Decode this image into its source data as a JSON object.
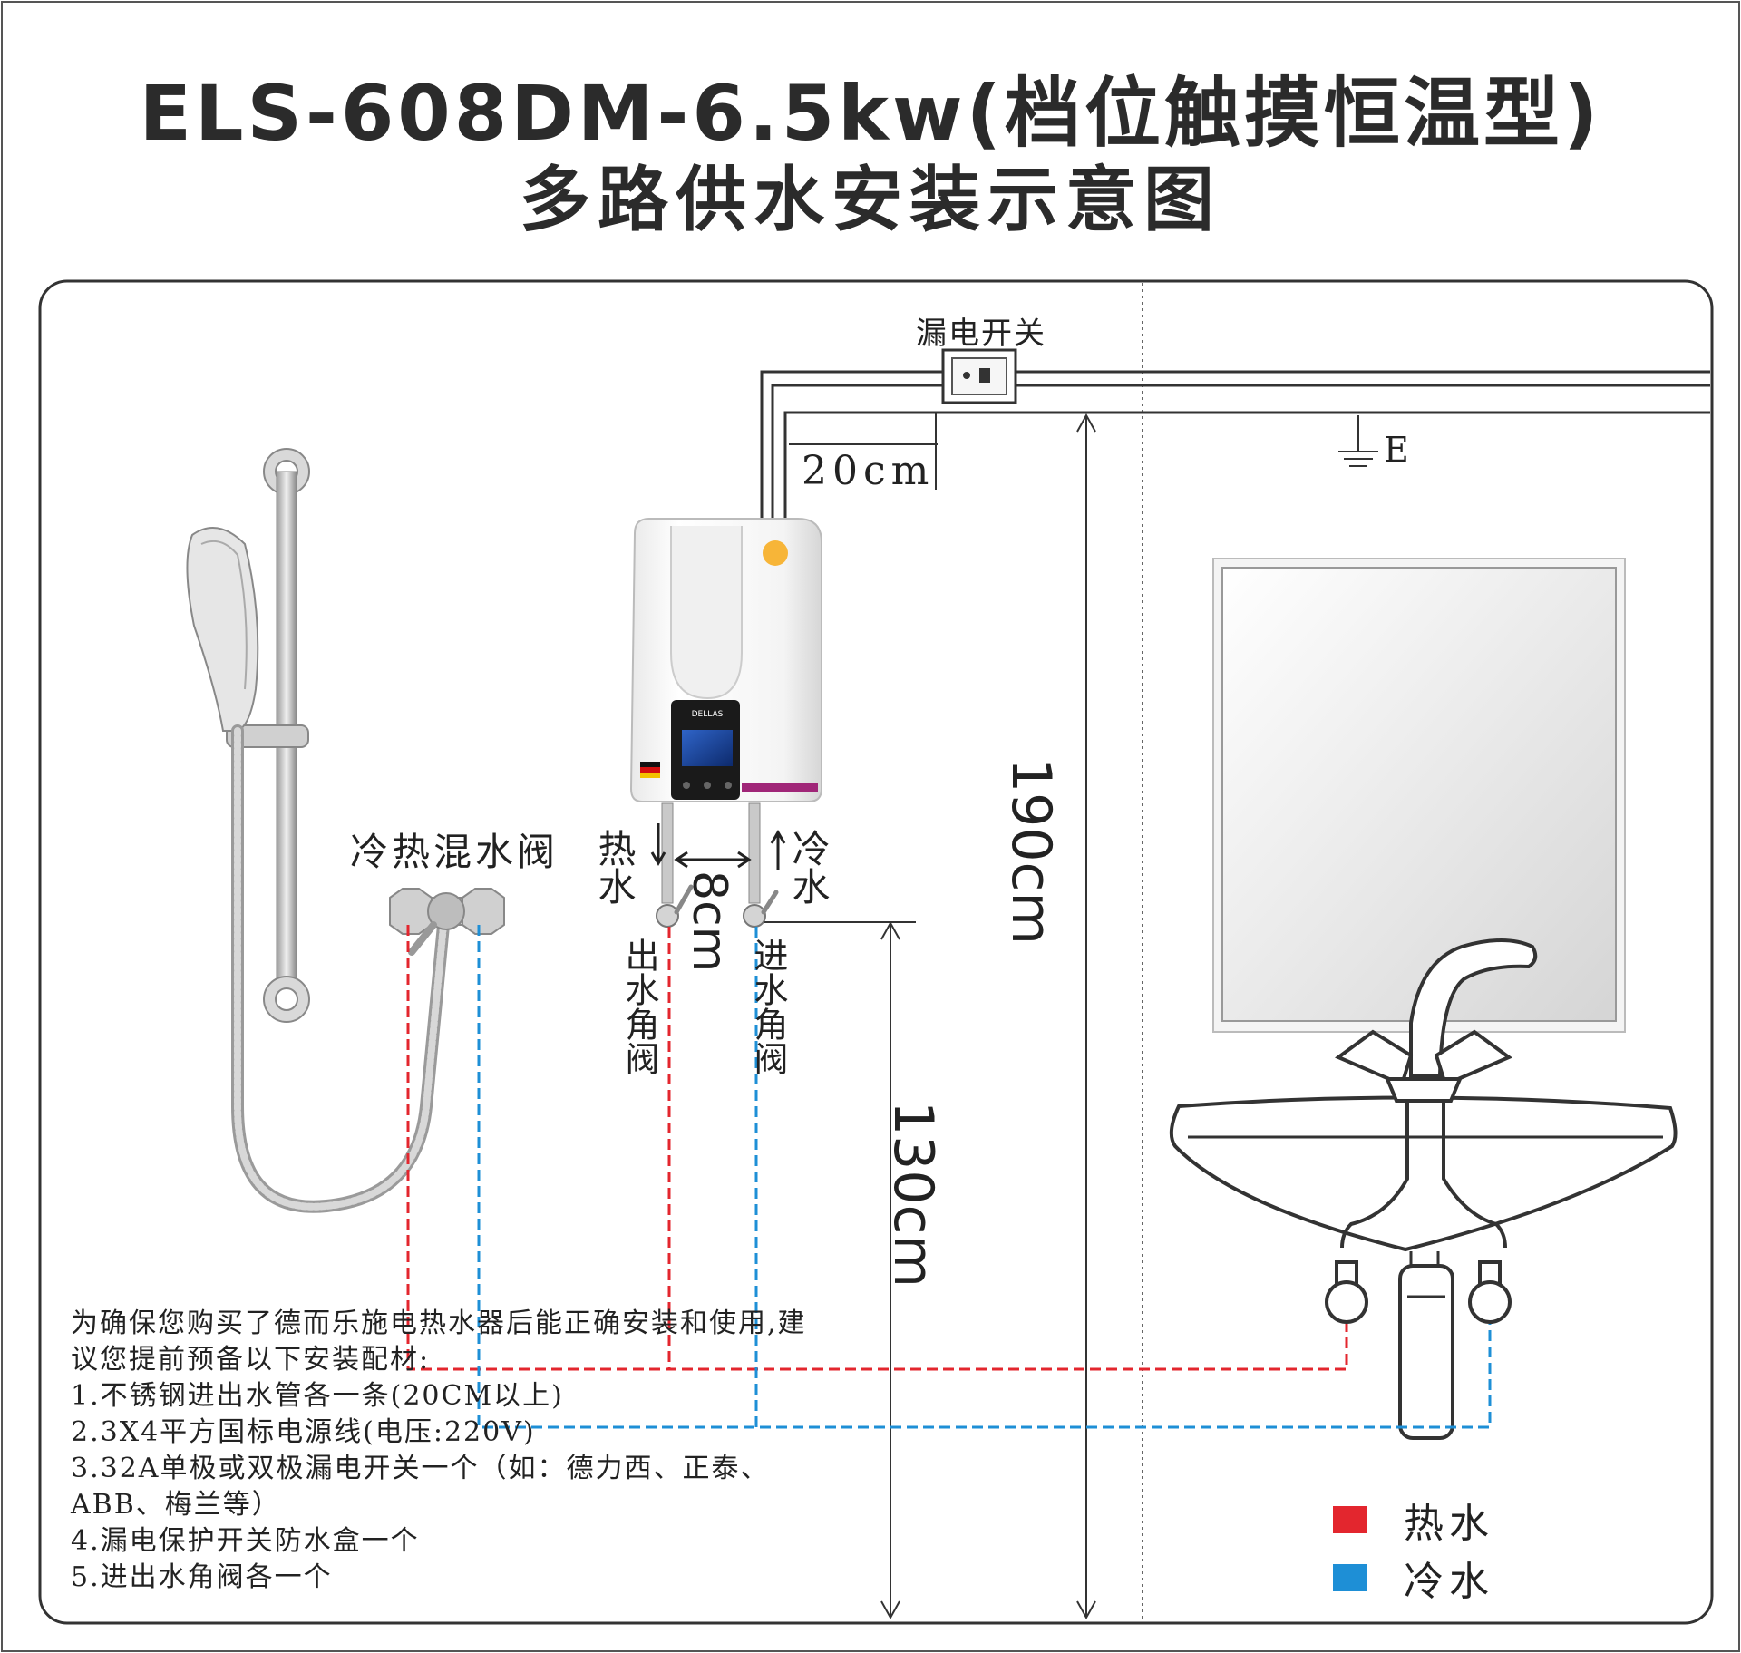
{
  "title": {
    "line1": "ELS-608DM-6.5kw(档位触摸恒温型)",
    "line2": "多路供水安装示意图"
  },
  "labels": {
    "leakage_switch": "漏电开关",
    "ground": "E",
    "dim_20cm": "20cm",
    "dim_8cm": "8cm",
    "dim_190cm": "190cm",
    "dim_130cm": "130cm",
    "mixing_valve": "冷热混水阀",
    "hot_water_out": "热水",
    "cold_water_in": "冷水",
    "outlet_angle_valve": "出水角阀",
    "inlet_angle_valve": "进水角阀",
    "heater_brand": "DELLAS"
  },
  "notes": {
    "intro": "为确保您购买了德而乐施电热水器后能正确安装和使用,建议您提前预备以下安装配材:",
    "items": [
      "1.不锈钢进出水管各一条(20CM以上)",
      "2.3X4平方国标电源线(电压:220V)",
      "3.32A单极或双极漏电开关一个（如：德力西、正泰、ABB、梅兰等）",
      "4.漏电保护开关防水盒一个",
      "5.进出水角阀各一个"
    ]
  },
  "legend": [
    {
      "label": "热水",
      "color": "#e3262e"
    },
    {
      "label": "冷水",
      "color": "#1e8fd6"
    }
  ],
  "colors": {
    "hot": "#e3262e",
    "cold": "#1e8fd6",
    "line": "#333333"
  }
}
